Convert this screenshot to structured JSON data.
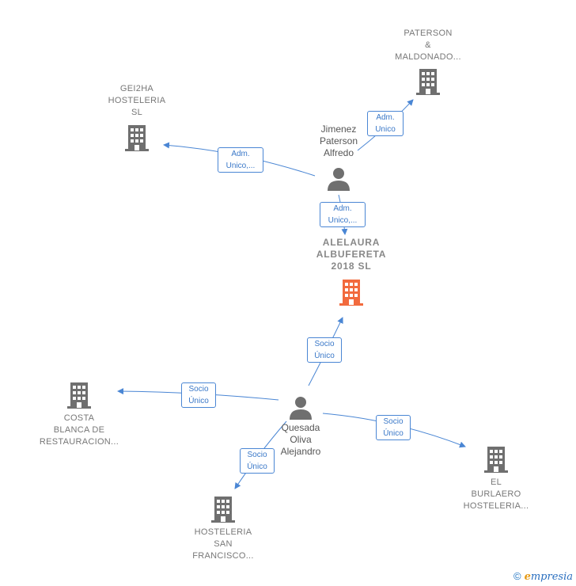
{
  "colors": {
    "company_icon": "#6f6f6f",
    "focus_company_icon": "#f26a3d",
    "person_icon": "#6f6f6f",
    "edge": "#4a86d4",
    "edge_label_text": "#3a78c8"
  },
  "focus_company": {
    "line1": "ALELAURA",
    "line2": "ALBUFERETA",
    "line3": "2018  SL"
  },
  "companies": {
    "paterson": {
      "line1": "PATERSON",
      "line2": "&",
      "line3": "MALDONADO..."
    },
    "gei2ha": {
      "line1": "GEI2HA",
      "line2": "HOSTELERIA",
      "line3": "SL"
    },
    "costa": {
      "line1": "COSTA",
      "line2": "BLANCA DE",
      "line3": "RESTAURACION..."
    },
    "hosteleria_san": {
      "line1": "HOSTELERIA",
      "line2": "SAN",
      "line3": "FRANCISCO..."
    },
    "burlaero": {
      "line1": "EL",
      "line2": "BURLAERO",
      "line3": "HOSTELERIA..."
    }
  },
  "persons": {
    "jimenez": {
      "line1": "Jimenez",
      "line2": "Paterson",
      "line3": "Alfredo"
    },
    "quesada": {
      "line1": "Quesada",
      "line2": "Oliva",
      "line3": "Alejandro"
    }
  },
  "edge_labels": {
    "jimenez_paterson": {
      "line1": "Adm.",
      "line2": "Unico"
    },
    "jimenez_gei2ha": {
      "line1": "Adm.",
      "line2": "Unico,..."
    },
    "jimenez_focus": {
      "line1": "Adm.",
      "line2": "Unico,..."
    },
    "quesada_focus": {
      "line1": "Socio",
      "line2": "Único"
    },
    "quesada_costa": {
      "line1": "Socio",
      "line2": "Único"
    },
    "quesada_burlaero": {
      "line1": "Socio",
      "line2": "Único"
    },
    "quesada_hosteleria": {
      "line1": "Socio",
      "line2": "Único"
    }
  },
  "brand": {
    "copyright": "©",
    "e": "e",
    "rest": "mpresia"
  }
}
